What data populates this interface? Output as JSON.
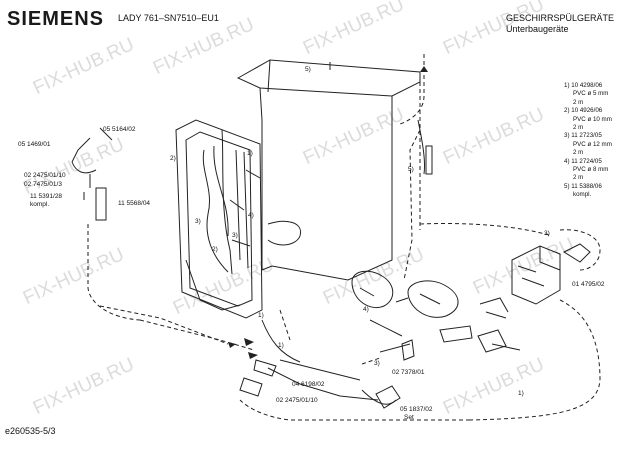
{
  "header": {
    "brand": "SIEMENS",
    "model": "LADY 761–SN7510–EU1",
    "category_line1": "GESCHIRRSPÜLGERÄTE",
    "category_line2": "Unterbaugeräte"
  },
  "legend": [
    {
      "id": "1)",
      "number": "10 4298/06",
      "material": "PVC ø 5 mm",
      "length": "2 m"
    },
    {
      "id": "2)",
      "number": "10 4926/06",
      "material": "PVC ø 10 mm",
      "length": "2 m"
    },
    {
      "id": "3)",
      "number": "11 2723/05",
      "material": "PVC ø 12 mm",
      "length": "2 m"
    },
    {
      "id": "4)",
      "number": "11 2724/05",
      "material": "PVC ø 8 mm",
      "length": "2 m"
    },
    {
      "id": "5)",
      "number": "11 5388/06",
      "material": "kompl.",
      "length": ""
    }
  ],
  "part_numbers": {
    "p1": "05 1469/01",
    "p2": "05 5164/02",
    "p3": "02 2475/01/10",
    "p4": "02 7475/01/3",
    "p5": "11 5391/28",
    "p5b": "kompl.",
    "p6": "11 5568/04",
    "p7": "01 4795/02",
    "p8": "02 7378/01",
    "p9": "04 6198/02",
    "p10": "02 2475/01/10",
    "p11": "05 1837/02",
    "p11b": "Set"
  },
  "callouts": {
    "c1": "5)",
    "c2": "1)",
    "c3": "2)",
    "c4": "3)",
    "c5": "4)",
    "c6": "3)",
    "c7": "2)",
    "c8": "5)",
    "c9": "3)",
    "c10": "1)",
    "c11": "4)",
    "c12": "3)",
    "c13": "1)",
    "c14": "1)"
  },
  "footer": {
    "doc_id": "e260535-5/3"
  },
  "watermark": "FIX-HUB.RU"
}
